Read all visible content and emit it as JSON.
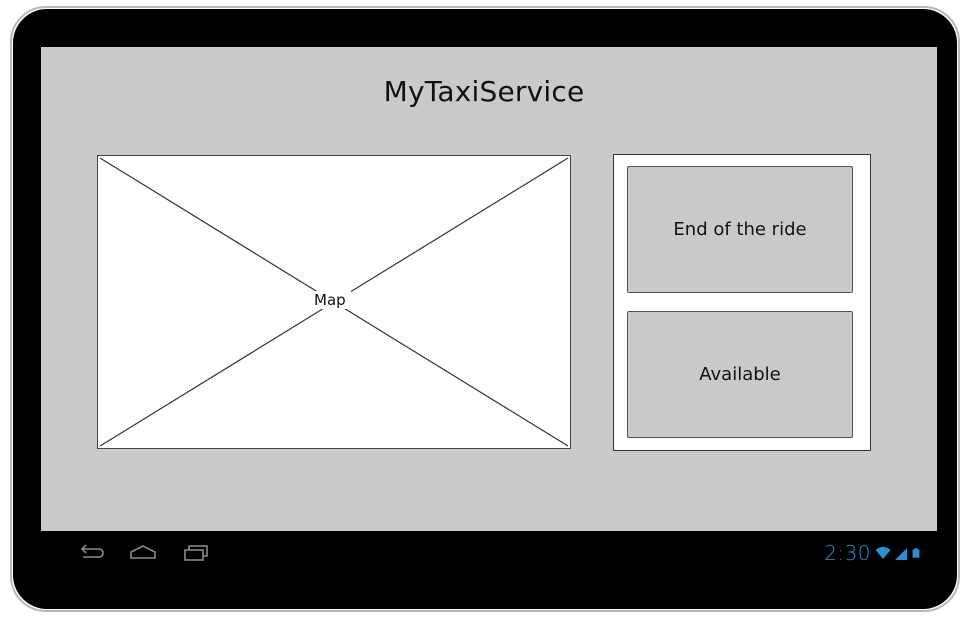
{
  "app": {
    "title": "MyTaxiService"
  },
  "map": {
    "label": "Map"
  },
  "actions": {
    "end_ride_label": "End of the ride",
    "available_label": "Available"
  },
  "status_bar": {
    "time": "2:30",
    "icons": [
      "wifi-icon",
      "signal-icon",
      "battery-icon"
    ],
    "accent_color": "#2b8fd0"
  },
  "nav_bar": {
    "icons": [
      "back-icon",
      "home-icon",
      "recent-apps-icon"
    ]
  },
  "colors": {
    "device_frame": "#000000",
    "screen_background": "#cacaca",
    "panel_background": "#ffffff"
  }
}
